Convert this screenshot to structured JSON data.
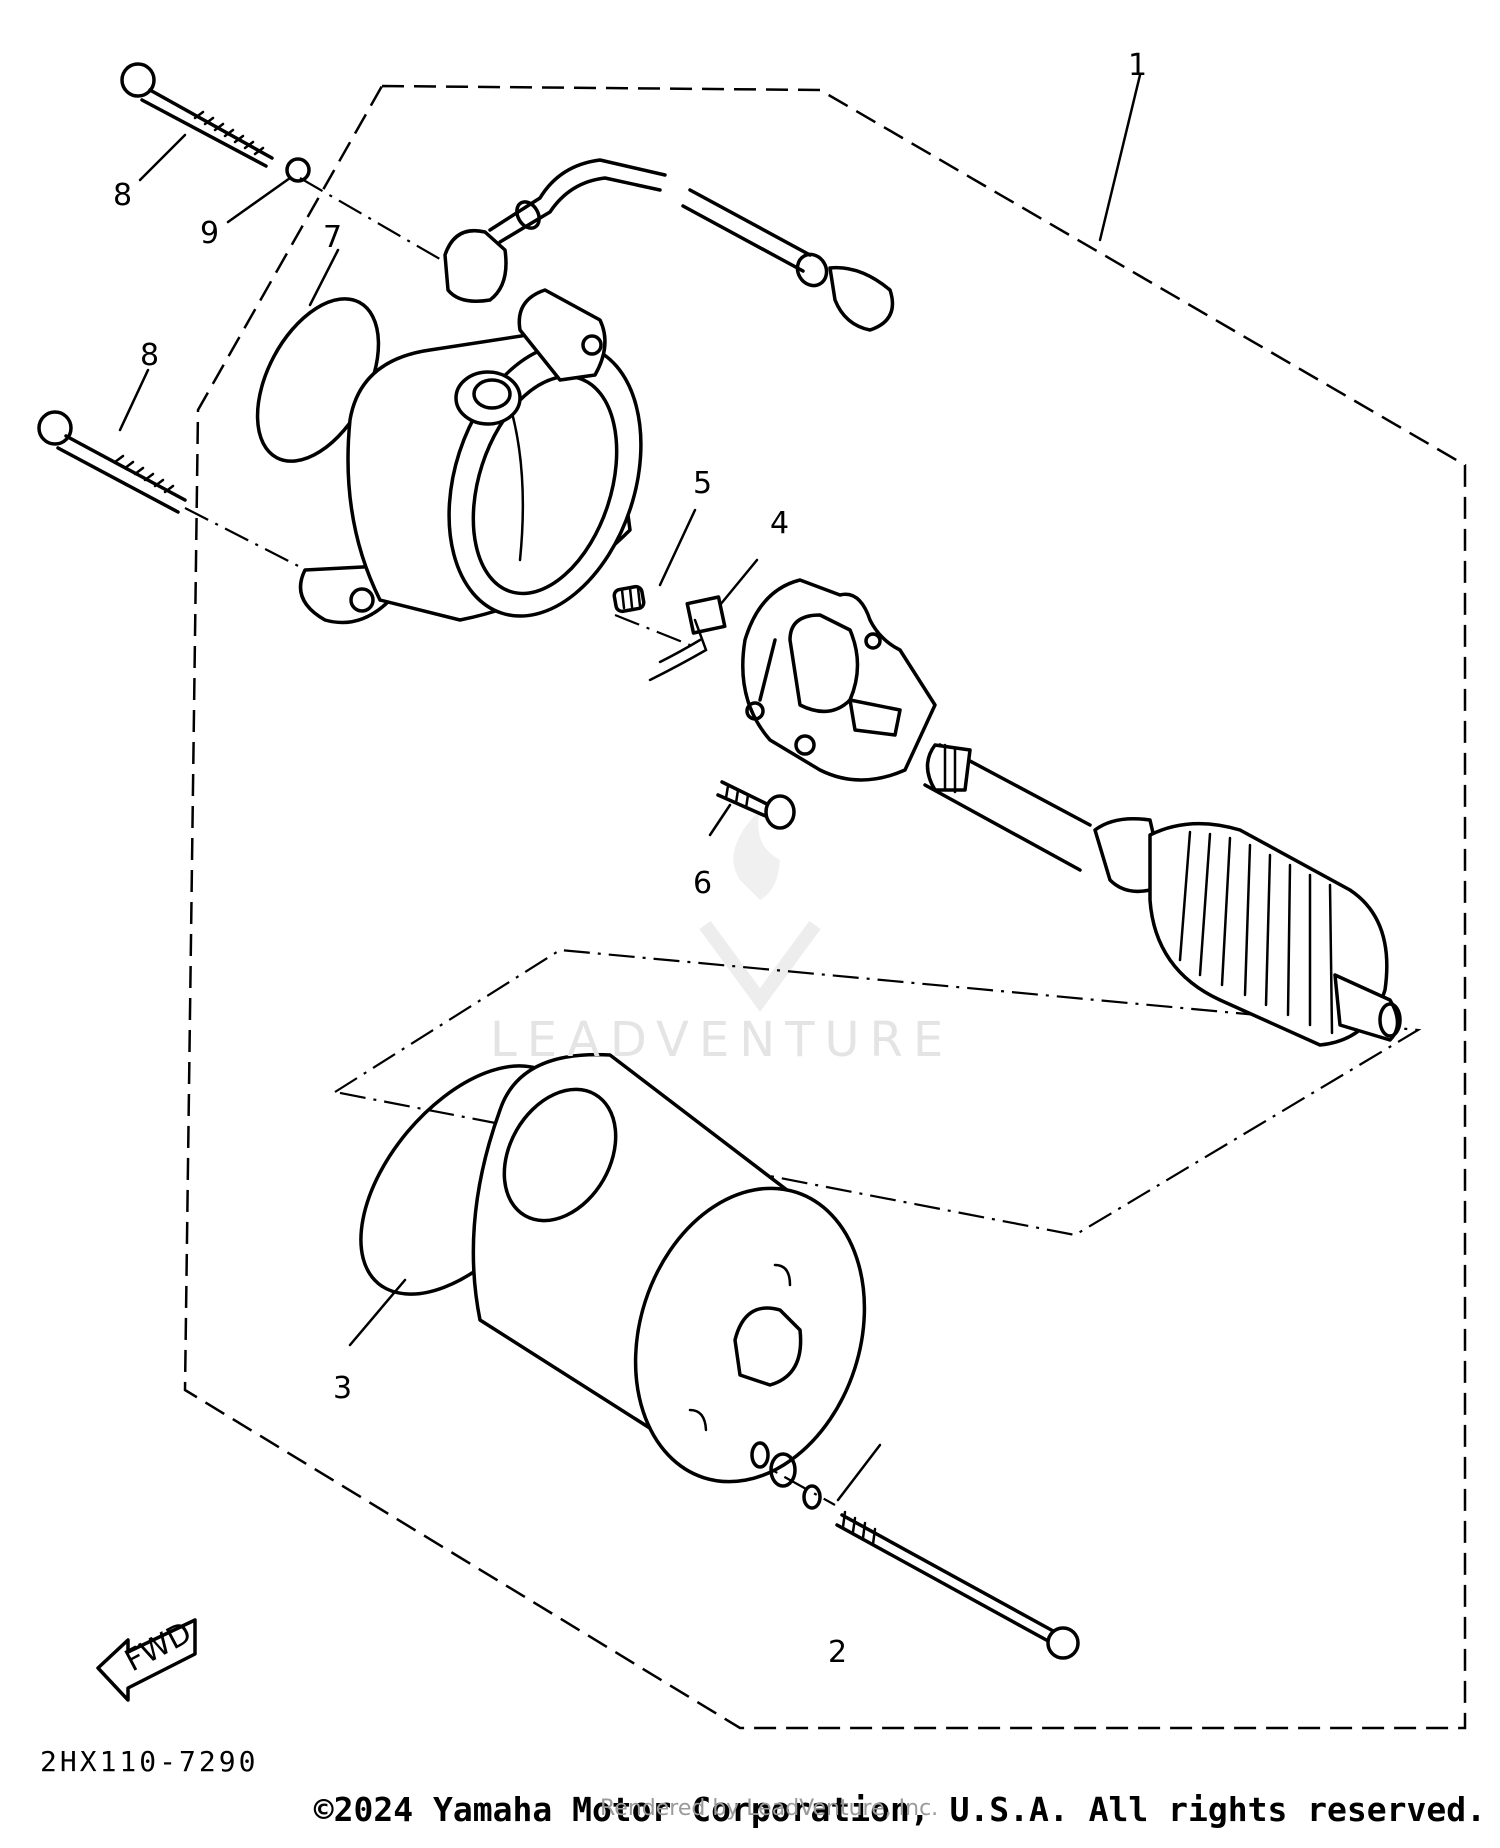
{
  "diagram": {
    "callouts": [
      {
        "id": "1",
        "text": "1"
      },
      {
        "id": "2",
        "text": "2"
      },
      {
        "id": "3",
        "text": "3"
      },
      {
        "id": "4",
        "text": "4"
      },
      {
        "id": "5",
        "text": "5"
      },
      {
        "id": "6",
        "text": "6"
      },
      {
        "id": "7",
        "text": "7"
      },
      {
        "id": "8a",
        "text": "8"
      },
      {
        "id": "8b",
        "text": "8"
      },
      {
        "id": "9",
        "text": "9"
      }
    ],
    "fwd_label": "FWD",
    "drawing_code": "2HX110-7290"
  },
  "watermark": {
    "brand": "LEADVENTURE",
    "rendered_by": "Rendered by LeadVenture, Inc."
  },
  "footer": {
    "copyright": "©2024 Yamaha Motor Corporation, U.S.A. All rights reserved."
  }
}
